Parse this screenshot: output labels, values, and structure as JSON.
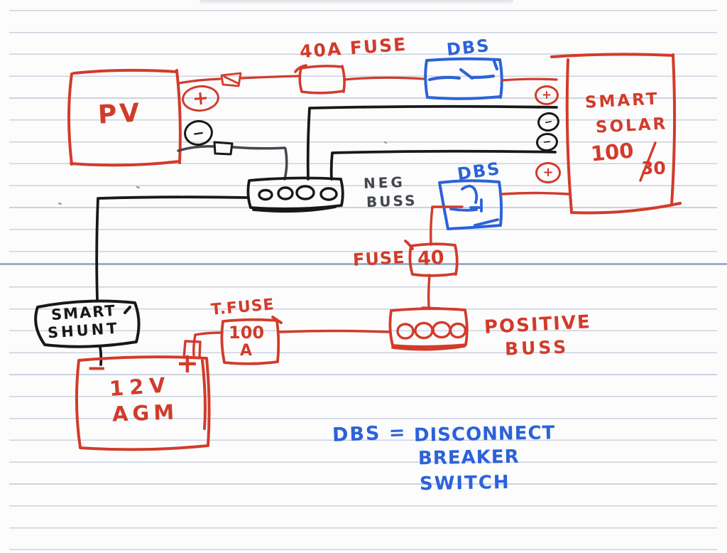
{
  "palette": {
    "ink_red": "#d23b2a",
    "ink_blue": "#2c62d9",
    "ink_black": "#181818",
    "ink_gray": "#44484d",
    "ruled_line": "#ccd2de",
    "page_break_line": "#9cb0ca",
    "paper": "#fcfcfd"
  },
  "diagram": {
    "pv": {
      "label": "PV",
      "positive": "+",
      "negative": "−"
    },
    "fuse_40a": {
      "label": "40A FUSE"
    },
    "dbs_top": {
      "label": "DBS"
    },
    "smart_solar": {
      "name_line1": "SMART",
      "name_line2": "SOLAR",
      "rating_top": "100",
      "rating_bottom": "30",
      "terminal_plus_top": "+",
      "terminal_minus_1": "−",
      "terminal_minus_2": "−",
      "terminal_plus_bottom": "+"
    },
    "neg_buss": {
      "line1": "NEG",
      "line2": "BUSS"
    },
    "dbs_mid": {
      "label": "DBS"
    },
    "fuse_40": {
      "label": "FUSE",
      "value": "40"
    },
    "positive_buss": {
      "line1": "POSITIVE",
      "line2": "BUSS"
    },
    "smart_shunt": {
      "line1": "SMART",
      "line2": "SHUNT"
    },
    "t_fuse": {
      "label": "T.FUSE",
      "value_line1": "100",
      "value_line2": "A"
    },
    "battery": {
      "line1": "12V",
      "line2": "AGM",
      "negative": "−",
      "positive": "+"
    },
    "legend": {
      "term": "DBS =",
      "def_line1": "DISCONNECT",
      "def_line2": "BREAKER",
      "def_line3": "SWITCH"
    }
  }
}
